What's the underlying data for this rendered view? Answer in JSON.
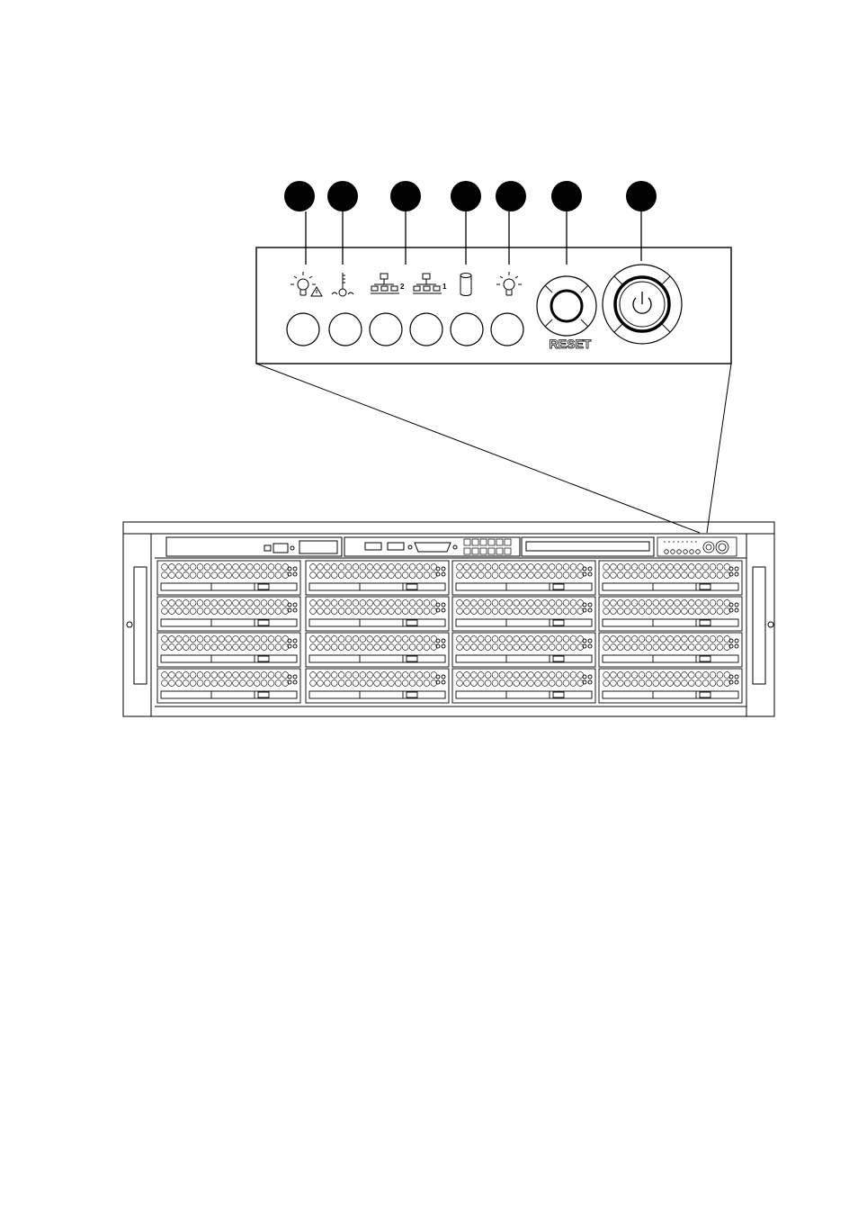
{
  "front_panel": {
    "reset_label": "RESET",
    "lan2_suffix": "2",
    "lan1_suffix": "1",
    "callouts": [
      {
        "name": "callout-1",
        "icon": "info-overheat-icon"
      },
      {
        "name": "callout-2",
        "icon": "temperature-icon"
      },
      {
        "name": "callout-3",
        "icon": "network-lan2-icon"
      },
      {
        "name": "callout-4",
        "icon": "network-lan1-icon"
      },
      {
        "name": "callout-5",
        "icon": "hdd-activity-icon"
      },
      {
        "name": "callout-6",
        "icon": "power-led-icon"
      },
      {
        "name": "callout-7",
        "icon": "reset-button"
      },
      {
        "name": "callout-8",
        "icon": "power-button"
      }
    ]
  },
  "chassis": {
    "drive_rows": 4,
    "drive_columns": 4
  },
  "colors": {
    "line": "#000000",
    "background": "#ffffff"
  }
}
